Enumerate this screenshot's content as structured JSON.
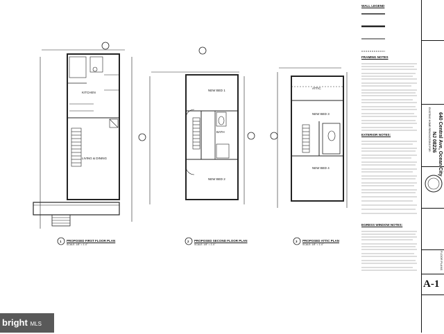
{
  "plans": {
    "first_floor_title": "PROPOSED FIRST FLOOR PLAN",
    "second_floor_title": "PROPOSED SECOND FLOOR PLAN",
    "attic_title": "PROPOSED ATTIC PLAN",
    "scale": "SCALE: 1/8\" = 1'-0\"",
    "first_plan_no": "1",
    "second_plan_no": "2",
    "attic_plan_no": "3",
    "room_kitchen": "KITCHEN",
    "room_living_dining": "LIVING & DINING",
    "room_bed1": "NEW BED 1",
    "room_bed2": "NEW BED 2",
    "room_bath": "BATH",
    "room_attic": "ATTIC",
    "room_bed3": "NEW BED 3",
    "room_bed4": "NEW BED 4"
  },
  "notes": {
    "wall_legend": "WALL LEGEND",
    "framing_notes": "FRAMING NOTES",
    "exterior_notes": "EXTERIOR NOTES:",
    "egress_notes": "EGRESS WINDOW NOTES:"
  },
  "title_block": {
    "address_line1": "640 Central Ave, Ocean City",
    "address_line2": "NJ 08226",
    "project": "EXISTING HOME RENOVATIONS FOR:",
    "sheet_title": "FLOOR PLANS",
    "sheet_number": "A-1"
  },
  "watermark": {
    "brand": "bright",
    "suffix": "MLS"
  }
}
